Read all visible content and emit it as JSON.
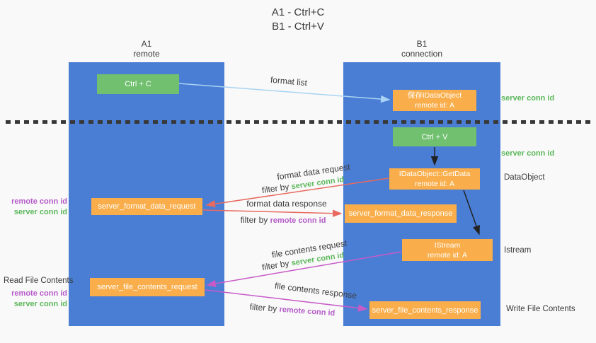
{
  "title": {
    "line1": "A1 - Ctrl+C",
    "line2": "B1 - Ctrl+V"
  },
  "lifelines": {
    "a1": {
      "name": "A1",
      "subtitle": "remote"
    },
    "b1": {
      "name": "B1",
      "subtitle": "connection"
    }
  },
  "nodes": {
    "ctrl_c": {
      "label": "Ctrl + C"
    },
    "ctrl_v": {
      "label": "Ctrl + V"
    },
    "save_idataobject": {
      "line1": "保存IDataObject",
      "line2": "remote id: A"
    },
    "idataobject_getdata": {
      "line1": "IDataObject::GetData",
      "line2": "remote id: A"
    },
    "istream": {
      "line1": "IStream",
      "line2": "remote id: A"
    },
    "server_format_data_request": {
      "label": "server_format_data_request"
    },
    "server_format_data_response": {
      "label": "server_format_data_response"
    },
    "server_file_contents_request": {
      "label": "server_file_contents_request"
    },
    "server_file_contents_response": {
      "label": "server_file_contents_response"
    }
  },
  "annotations": {
    "format_list": "format list",
    "format_data_request": "format data request",
    "format_data_response": "format data response",
    "file_contents_request": "file contents request",
    "file_contents_response": "file contents response",
    "filter_by": "filter by ",
    "server_conn_id": "server conn id",
    "remote_conn_id": "remote conn id"
  },
  "side_labels": {
    "server_conn_id_top": "server conn id",
    "server_conn_id_mid": "server conn id",
    "dataobject": "DataObject",
    "istream": "Istream",
    "write_file_contents": "Write File Contents",
    "read_file_contents": "Read File Contents",
    "remote_conn_id": "remote conn id",
    "server_conn_id": "server conn id"
  },
  "colors": {
    "lifeline_blue": "#4a7ed5",
    "action_green": "#71c06f",
    "node_orange": "#f9ae4b",
    "green_text": "#5cb85c",
    "purple_text": "#b55bc8",
    "red_arrow": "#e8695f",
    "purple_arrow": "#c75bc7",
    "light_blue_arrow": "#a9d3f2",
    "black_arrow": "#222222"
  }
}
